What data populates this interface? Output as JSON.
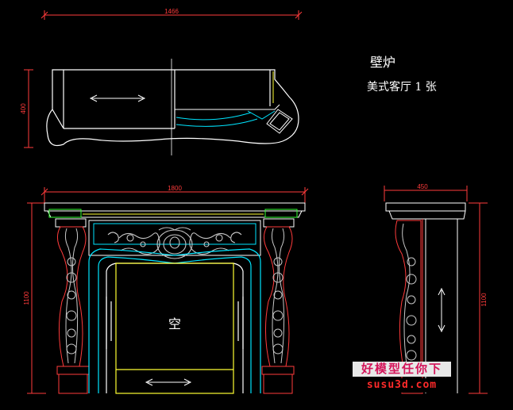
{
  "title": "壁炉",
  "subtitle": "美式客厅 1 张",
  "center_label": "空",
  "dimensions": {
    "top_width": "1466",
    "top_depth": "400",
    "front_width": "1800",
    "front_height": "1100",
    "side_depth": "450",
    "side_height": "1100"
  },
  "watermark": {
    "text": "好模型任你下",
    "url": "susu3d.com"
  },
  "colors": {
    "background": "#000000",
    "outline": "#ffffff",
    "dimension": "#ff3b3b",
    "cyan": "#00e5ff",
    "yellow": "#ffff33",
    "green": "#33ff33",
    "ornament": "#c8c8c8"
  }
}
